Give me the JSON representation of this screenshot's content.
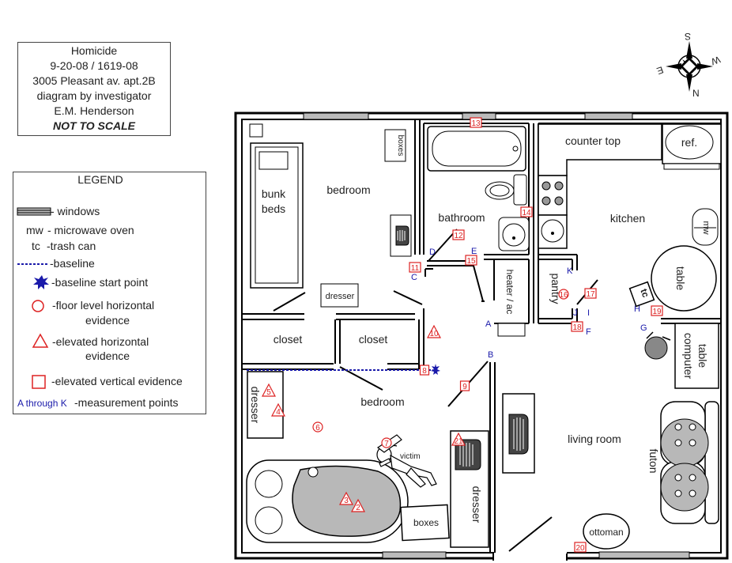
{
  "title_block": {
    "lines": [
      "Homicide",
      "9-20-08 /  1619-08",
      "3005 Pleasant av. apt.2B",
      "diagram by investigator",
      "E.M. Henderson"
    ],
    "note": "NOT TO SCALE"
  },
  "compass": {
    "n": "N",
    "s": "S",
    "e": "E",
    "w": "W"
  },
  "legend": {
    "title": "LEGEND",
    "items": [
      {
        "icon": "window-symbol-icon",
        "text": "- windows"
      },
      {
        "icon": "none",
        "abbr": "mw",
        "text": "- microwave oven"
      },
      {
        "icon": "none",
        "abbr": "tc",
        "text": "-trash can"
      },
      {
        "icon": "baseline-dashed-line-icon",
        "text": "-baseline"
      },
      {
        "icon": "star-icon",
        "text": "-baseline start point"
      },
      {
        "icon": "circle-icon",
        "text": "-floor level horizontal",
        "text2": "evidence"
      },
      {
        "icon": "triangle-icon",
        "text": "-elevated horizontal",
        "text2": "evidence"
      },
      {
        "icon": "square-icon",
        "text": "-elevated vertical evidence"
      },
      {
        "icon": "none",
        "text": "A through K",
        "text2": "-measurement points"
      }
    ]
  },
  "rooms": {
    "bedroom_top": "bedroom",
    "bunk_beds_1": "bunk",
    "bunk_beds_2": "beds",
    "boxes_top": "boxes",
    "dresser_top": "dresser",
    "bathroom": "bathroom",
    "heater": "heater / ac",
    "pantry": "pantry",
    "counter_top": "counter top",
    "ref": "ref.",
    "kitchen": "kitchen",
    "mw": "mw",
    "table": "table",
    "tc": "tc",
    "computer_table_1": "computer",
    "computer_table_2": "table",
    "closet_1": "closet",
    "closet_2": "closet",
    "bedroom_bottom": "bedroom",
    "dresser_left": "dresser",
    "dresser_right": "dresser",
    "boxes_bottom": "boxes",
    "victim": "victim",
    "living_room": "living room",
    "futon": "futon",
    "ottoman": "ottoman"
  },
  "evidence": [
    {
      "n": "2",
      "kind": "triangle"
    },
    {
      "n": "3",
      "kind": "triangle"
    },
    {
      "n": "4",
      "kind": "triangle"
    },
    {
      "n": "5",
      "kind": "triangle"
    },
    {
      "n": "6",
      "kind": "circle"
    },
    {
      "n": "7",
      "kind": "circle"
    },
    {
      "n": "8",
      "kind": "square"
    },
    {
      "n": "9",
      "kind": "square"
    },
    {
      "n": "10",
      "kind": "triangle"
    },
    {
      "n": "11",
      "kind": "square"
    },
    {
      "n": "12",
      "kind": "square"
    },
    {
      "n": "13",
      "kind": "square"
    },
    {
      "n": "14",
      "kind": "square"
    },
    {
      "n": "15",
      "kind": "square"
    },
    {
      "n": "16",
      "kind": "circle"
    },
    {
      "n": "17",
      "kind": "square"
    },
    {
      "n": "18",
      "kind": "square"
    },
    {
      "n": "19",
      "kind": "square"
    },
    {
      "n": "20",
      "kind": "square"
    },
    {
      "n": "21",
      "kind": "triangle"
    }
  ],
  "measure_points": [
    "A",
    "B",
    "C",
    "D",
    "E",
    "F",
    "G",
    "H",
    "I",
    "J",
    "K"
  ],
  "colors": {
    "evidence": "#dd2222",
    "measure": "#1a1aaa",
    "wall": "#000000",
    "fill_gray": "#b8b8b8"
  }
}
